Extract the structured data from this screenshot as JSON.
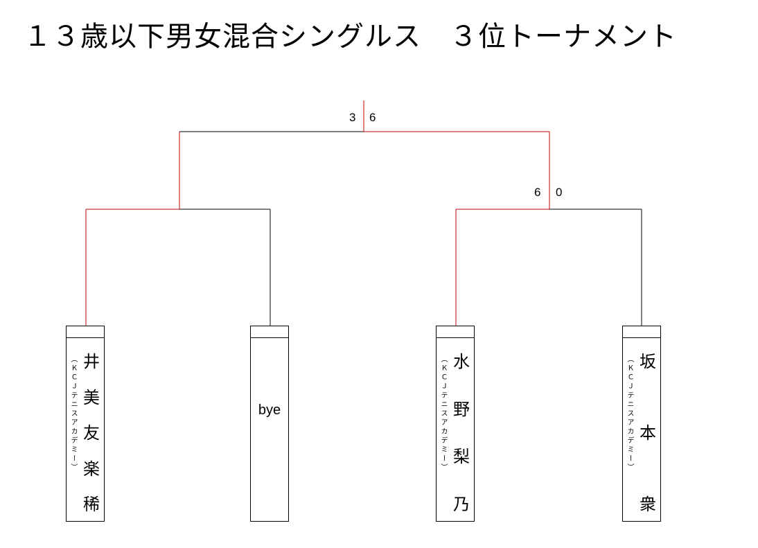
{
  "title": "１３歳以下男女混合シングルス　３位トーナメント",
  "colors": {
    "winner_line": "#c00000",
    "line": "#000000"
  },
  "final": {
    "score_left": "3",
    "score_right": "6"
  },
  "semifinal_right": {
    "score_left": "6",
    "score_right": "0"
  },
  "players": [
    {
      "name": "井美友楽稀",
      "club": "（ＫＣＪテニスアカデミー）"
    },
    {
      "name": "bye",
      "club": ""
    },
    {
      "name": "水野梨乃",
      "club": "（ＫＣＪテニスアカデミー）"
    },
    {
      "name": "坂本衆",
      "club": "（ＫＣＪテニスアカデミー）"
    }
  ]
}
